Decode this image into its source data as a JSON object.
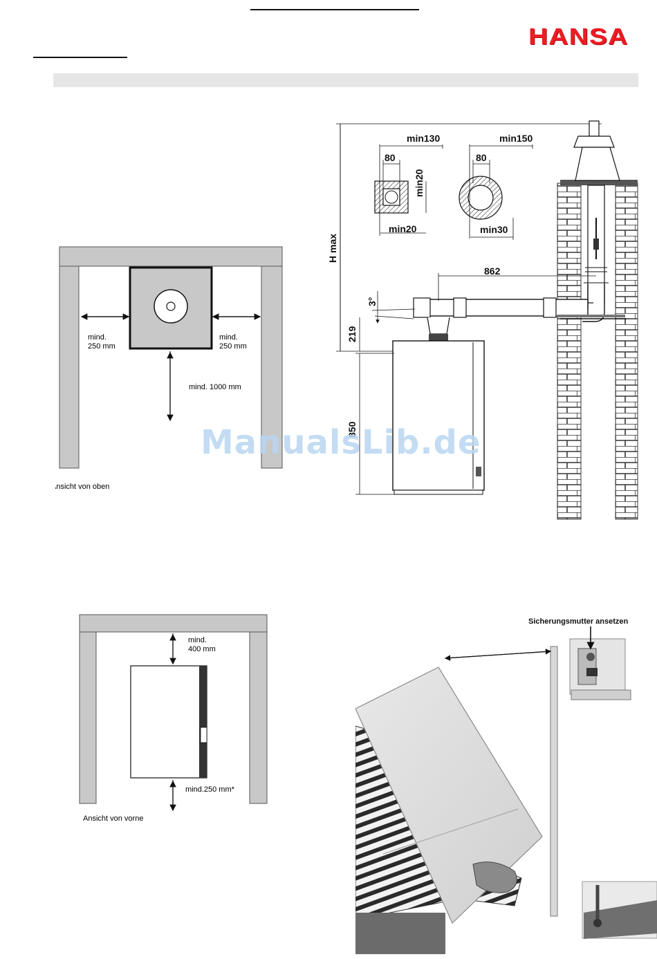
{
  "brand": {
    "logo_text": "HANSA",
    "logo_color": "#ee1c24"
  },
  "watermark": "ManualsLib.de",
  "top_view": {
    "caption": "Ansicht von oben",
    "left_gap_line1": "mind.",
    "left_gap_line2": "250 mm",
    "right_gap_line1": "mind.",
    "right_gap_line2": "250 mm",
    "front_gap": "mind. 1000 mm"
  },
  "flue_drawing": {
    "square_outer": "min130",
    "square_inner": "80",
    "square_side": "min20",
    "square_bottom": "min20",
    "round_outer": "min150",
    "round_inner": "80",
    "round_bottom": "min30",
    "horizontal": "862",
    "slope": "3°",
    "height_label": "H max",
    "offset": "219",
    "boiler_height": "850"
  },
  "front_view": {
    "caption": "Ansicht von vorne",
    "top_gap_line1": "mind.",
    "top_gap_line2": "400 mm",
    "bottom_gap": "mind.250 mm*"
  },
  "photo": {
    "caption": "Sicherungsmutter ansetzen"
  }
}
